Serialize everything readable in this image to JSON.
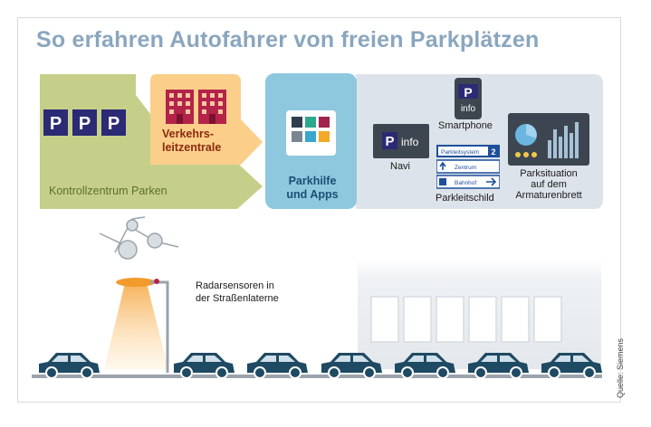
{
  "title": "So erfahren Autofahrer von freien Parkplätzen",
  "control_center": {
    "label": "Kontrollzentrum Parken",
    "p_signs": [
      "P",
      "P",
      "P"
    ]
  },
  "traffic_center": {
    "label_line1": "Verkehrs-",
    "label_line2": "leitzentrale"
  },
  "parkhilfe": {
    "label_line1": "Parkhilfe",
    "label_line2": "und Apps"
  },
  "navi": {
    "label": "Navi",
    "sign_p": "P",
    "sign_text": "info"
  },
  "smartphone": {
    "label": "Smartphone",
    "sign_p": "P",
    "sign_text": "info"
  },
  "parkleitschild": {
    "label": "Parkleitschild",
    "rows": [
      "Parkleitsystem",
      "Zentrum",
      "Bahnhof"
    ],
    "row1_count": "2"
  },
  "armaturenbrett": {
    "label_line1": "Parksituation",
    "label_line2": "auf dem",
    "label_line3": "Armaturenbrett"
  },
  "radar": {
    "label_line1": "Radarsensoren in",
    "label_line2": "der Straßenlaterne"
  },
  "source": "Quelle: Siemens",
  "colors": {
    "title": "#8aa6bf",
    "control_green": "#c6cf8a",
    "traffic_orange": "#fbcf8a",
    "parkhilfe_blue": "#8ec8de",
    "devices_gray": "#dde3ea",
    "sign_navy": "#2b2a74",
    "building_red": "#b4234a",
    "car_teal": "#1f4a63",
    "lamp_light": "#f5a43c"
  }
}
